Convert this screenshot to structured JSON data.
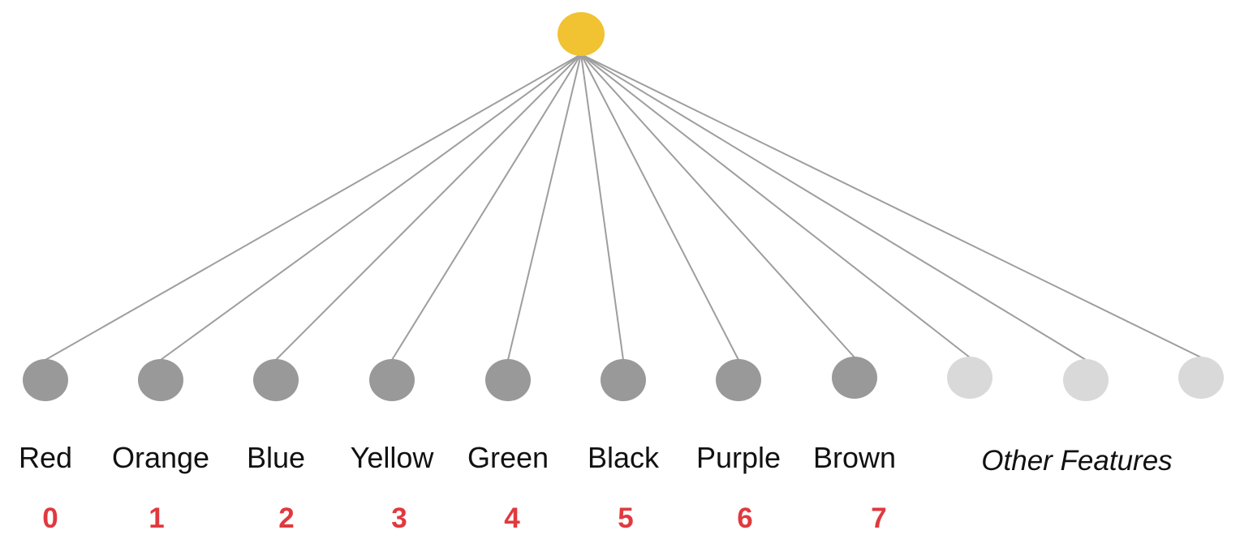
{
  "colors": {
    "root_node": "#f1c232",
    "feature_node": "#999999",
    "other_node": "#d9d9d9",
    "edge": "#9e9e9e",
    "index_text": "#e0393e"
  },
  "features": [
    {
      "label": "Red",
      "index": "0"
    },
    {
      "label": "Orange",
      "index": "1"
    },
    {
      "label": "Blue",
      "index": "2"
    },
    {
      "label": "Yellow",
      "index": "3"
    },
    {
      "label": "Green",
      "index": "4"
    },
    {
      "label": "Black",
      "index": "5"
    },
    {
      "label": "Purple",
      "index": "6"
    },
    {
      "label": "Brown",
      "index": "7"
    }
  ],
  "other_features": {
    "label": "Other Features",
    "node_count": 3
  }
}
